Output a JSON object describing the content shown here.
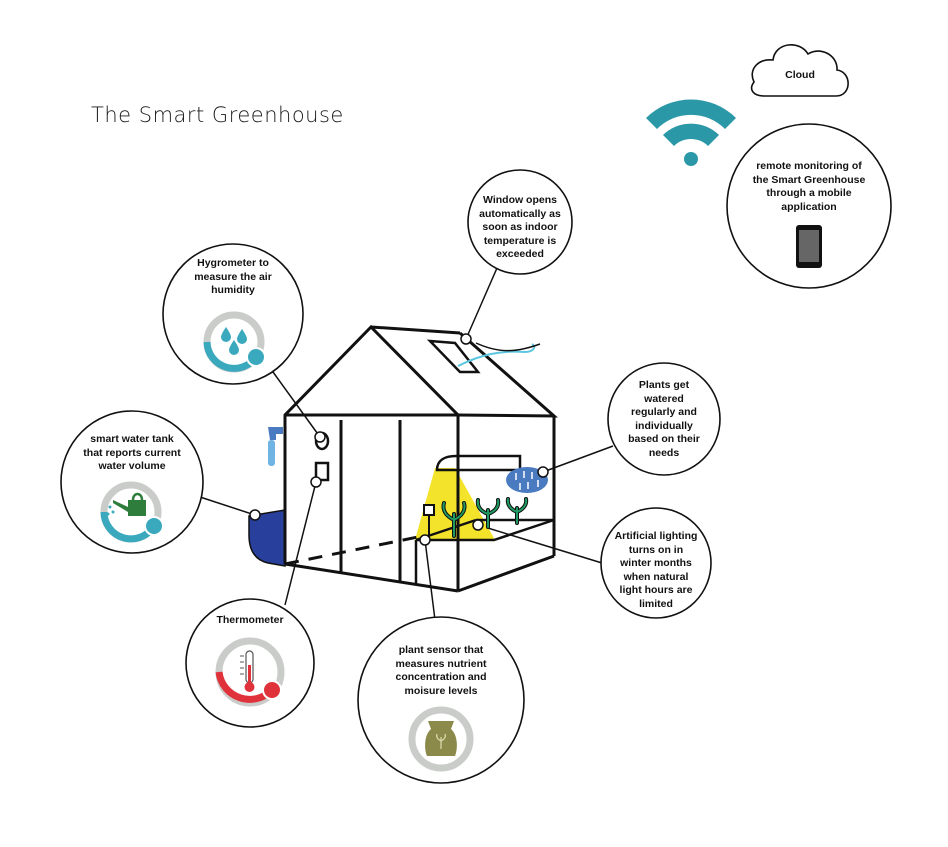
{
  "title": "The Smart Greenhouse",
  "cloud": {
    "label": "Cloud"
  },
  "callouts": {
    "remote": {
      "text": "remote monitoring of the Smart Greenhouse through a mobile application",
      "icon": "smartphone-icon"
    },
    "window": {
      "text": "Window opens automatically as soon as indoor temperature is exceeded"
    },
    "hygrometer": {
      "text": "Hygrometer to measure the air humidity",
      "icon": "water-drops-icon"
    },
    "water_tank": {
      "text": "smart water tank that reports current water volume",
      "icon": "watering-can-icon"
    },
    "plants_watered": {
      "text": "Plants get watered regularly and individually based on their needs"
    },
    "lighting": {
      "text": "Artificial lighting turns on in winter months when natural light hours are limited"
    },
    "thermometer": {
      "text": "Thermometer",
      "icon": "thermometer-icon"
    },
    "plant_sensor": {
      "text": "plant sensor that measures nutrient concentration and moisure levels",
      "icon": "soil-bag-icon"
    }
  },
  "colors": {
    "teal": "#3aa9bd",
    "wifi": "#2b98a8",
    "gray_ring": "#c9ccc9",
    "red": "#e0323a",
    "light_yellow": "#f3e32a",
    "tank_blue": "#283f9c",
    "rain_blue": "#4a7bc0",
    "plant_green": "#1f9a62",
    "can_green": "#2f7d3c",
    "bag_olive": "#8b8a4a"
  }
}
